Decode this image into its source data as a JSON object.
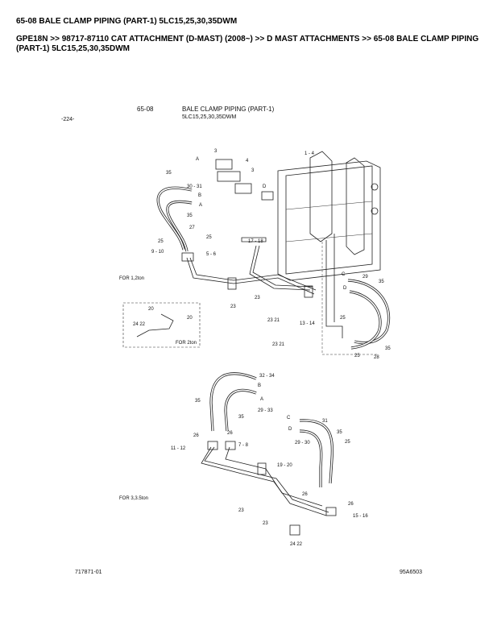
{
  "header": {
    "title": "65-08 BALE CLAMP PIPING (PART-1) 5LC15,25,30,35DWM",
    "breadcrumb": "GPE18N >> 98717-87110 CAT ATTACHMENT (D-MAST) (2008~) >> D MAST ATTACHMENTS >> 65-08 BALE CLAMP PIPING (PART-1) 5LC15,25,30,35DWM"
  },
  "drawing": {
    "page_number": "-224-",
    "section_code": "65-08",
    "section_title": "BALE CLAMP PIPING (PART-1)",
    "model": "5LC15,25,30,35DWM",
    "drawing_number": "717871-01",
    "figure_number": "95A6503",
    "notes": [
      "FOR 1,2ton",
      "FOR 2ton",
      "FOR 3,3.5ton"
    ],
    "callouts": [
      "1 - 4",
      "35",
      "30 - 31",
      "B",
      "A",
      "35",
      "27",
      "25",
      "25",
      "9 - 10",
      "5 - 6",
      "17 - 18",
      "23",
      "23",
      "23 21",
      "23 21",
      "13 - 14",
      "C",
      "D",
      "29",
      "35",
      "25",
      "25",
      "28",
      "35",
      "20",
      "20",
      "24 22",
      "3",
      "A",
      "4",
      "3",
      "D",
      "32 - 34",
      "B",
      "35",
      "A",
      "29 - 33",
      "35",
      "C",
      "31",
      "D",
      "26",
      "26",
      "35",
      "29 - 30",
      "25",
      "7 - 8",
      "11 - 12",
      "19 - 20",
      "26",
      "26",
      "15 - 16",
      "23",
      "23",
      "24 22"
    ]
  }
}
